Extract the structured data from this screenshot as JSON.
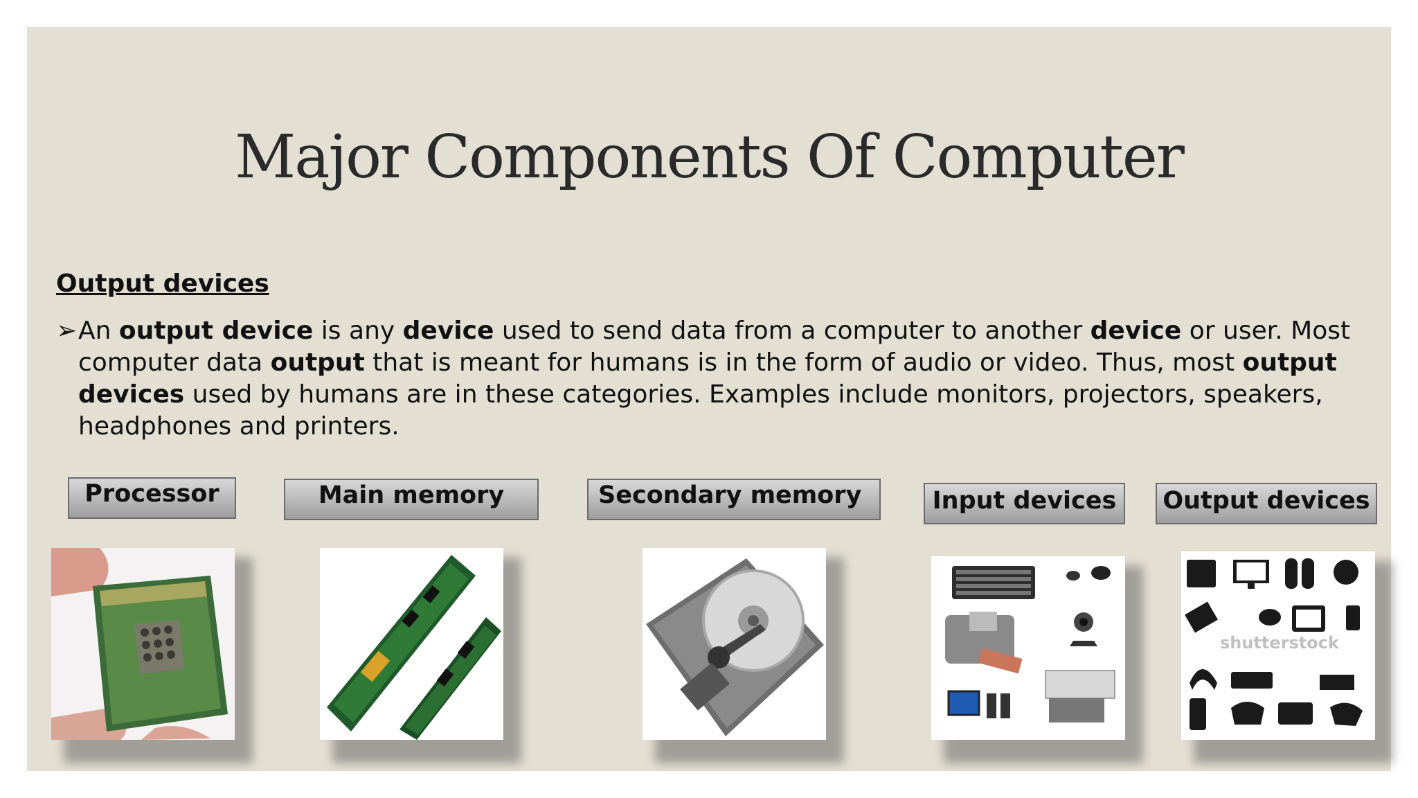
{
  "slide": {
    "title": "Major Components Of Computer",
    "section_heading": "Output devices",
    "bullet": {
      "marker": "➢",
      "parts": [
        {
          "text": "An ",
          "bold": false
        },
        {
          "text": "output device",
          "bold": true
        },
        {
          "text": " is any ",
          "bold": false
        },
        {
          "text": "device",
          "bold": true
        },
        {
          "text": " used to send data from a computer to another ",
          "bold": false
        },
        {
          "text": "device",
          "bold": true
        },
        {
          "text": " or user. Most computer data ",
          "bold": false
        },
        {
          "text": "output",
          "bold": true
        },
        {
          "text": " that is meant for humans is in the form of audio or video. Thus, most ",
          "bold": false
        },
        {
          "text": "output devices",
          "bold": true
        },
        {
          "text": " used by humans are in these categories. Examples include monitors, projectors, speakers, headphones and printers.",
          "bold": false
        }
      ]
    },
    "components": [
      {
        "label": "Processor",
        "image": "cpu-chip"
      },
      {
        "label": "Main memory",
        "image": "ram-modules"
      },
      {
        "label": "Secondary memory",
        "image": "hard-disk"
      },
      {
        "label": "Input devices",
        "image": "input-devices-collage"
      },
      {
        "label": "Output devices",
        "image": "output-devices-icons",
        "watermark": "shutterstock"
      }
    ]
  },
  "colors": {
    "background": "#e3dfd3",
    "title": "#2a2a2a",
    "label_box": "#b8b8b8"
  }
}
